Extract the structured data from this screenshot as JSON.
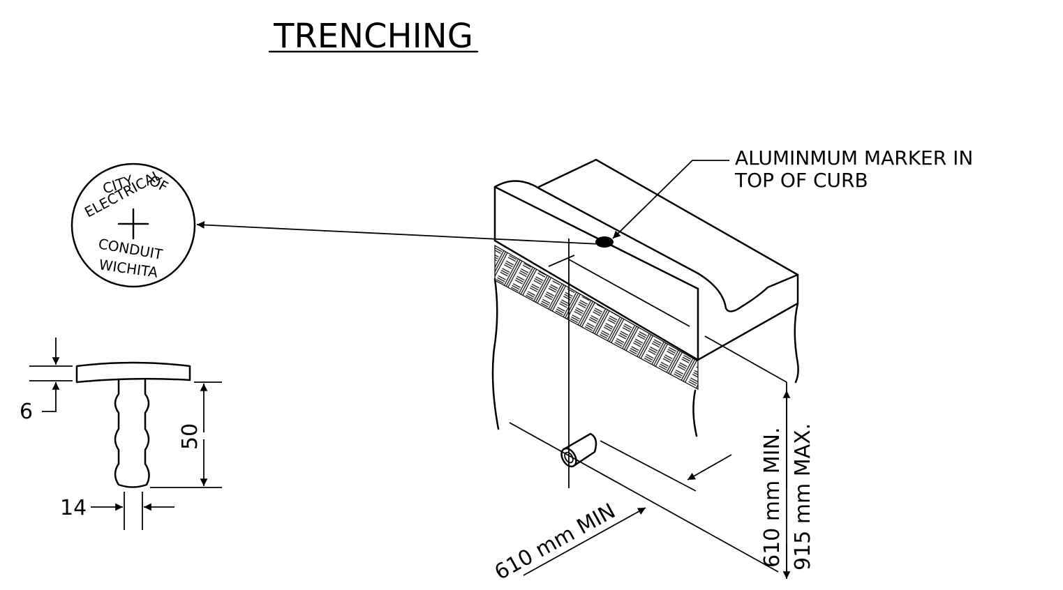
{
  "title": "TRENCHING",
  "marker_callout": {
    "line1": "ALUMINMUM MARKER IN",
    "line2": "TOP OF CURB"
  },
  "seal": {
    "top_words": [
      "CITY",
      "OF"
    ],
    "middle_word": "ELECTRICAL",
    "bottom_words": [
      "CONDUIT",
      "WICHITA"
    ]
  },
  "marker_dims": {
    "head_thickness": "6",
    "stem_length": "50",
    "stem_width": "14"
  },
  "trench_dims": {
    "horizontal": "610 mm MIN",
    "depth_min": "610 mm MIN.",
    "depth_max": "915 mm MAX."
  }
}
